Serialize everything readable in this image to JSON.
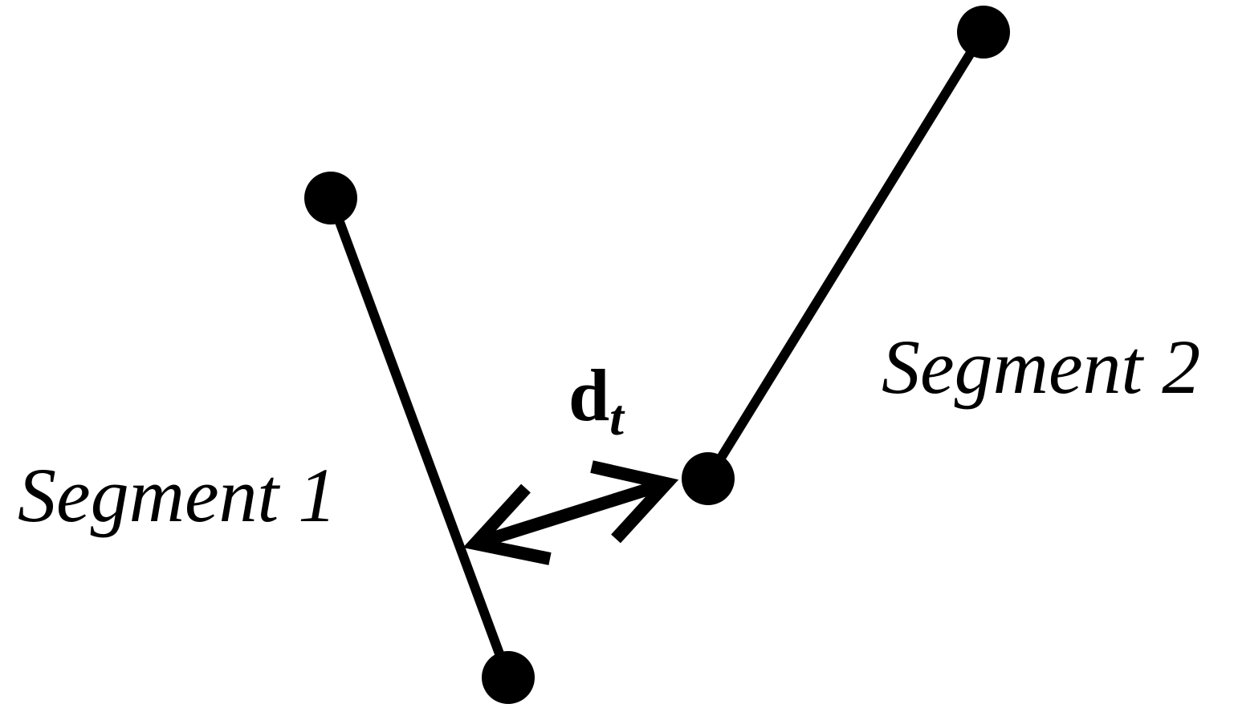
{
  "colors": {
    "background": "#ffffff",
    "ink": "#000000"
  },
  "segments": [
    {
      "label": "Segment 1"
    },
    {
      "label": "Segment 2"
    }
  ],
  "distance": {
    "symbol": "d",
    "subscript": "t"
  }
}
